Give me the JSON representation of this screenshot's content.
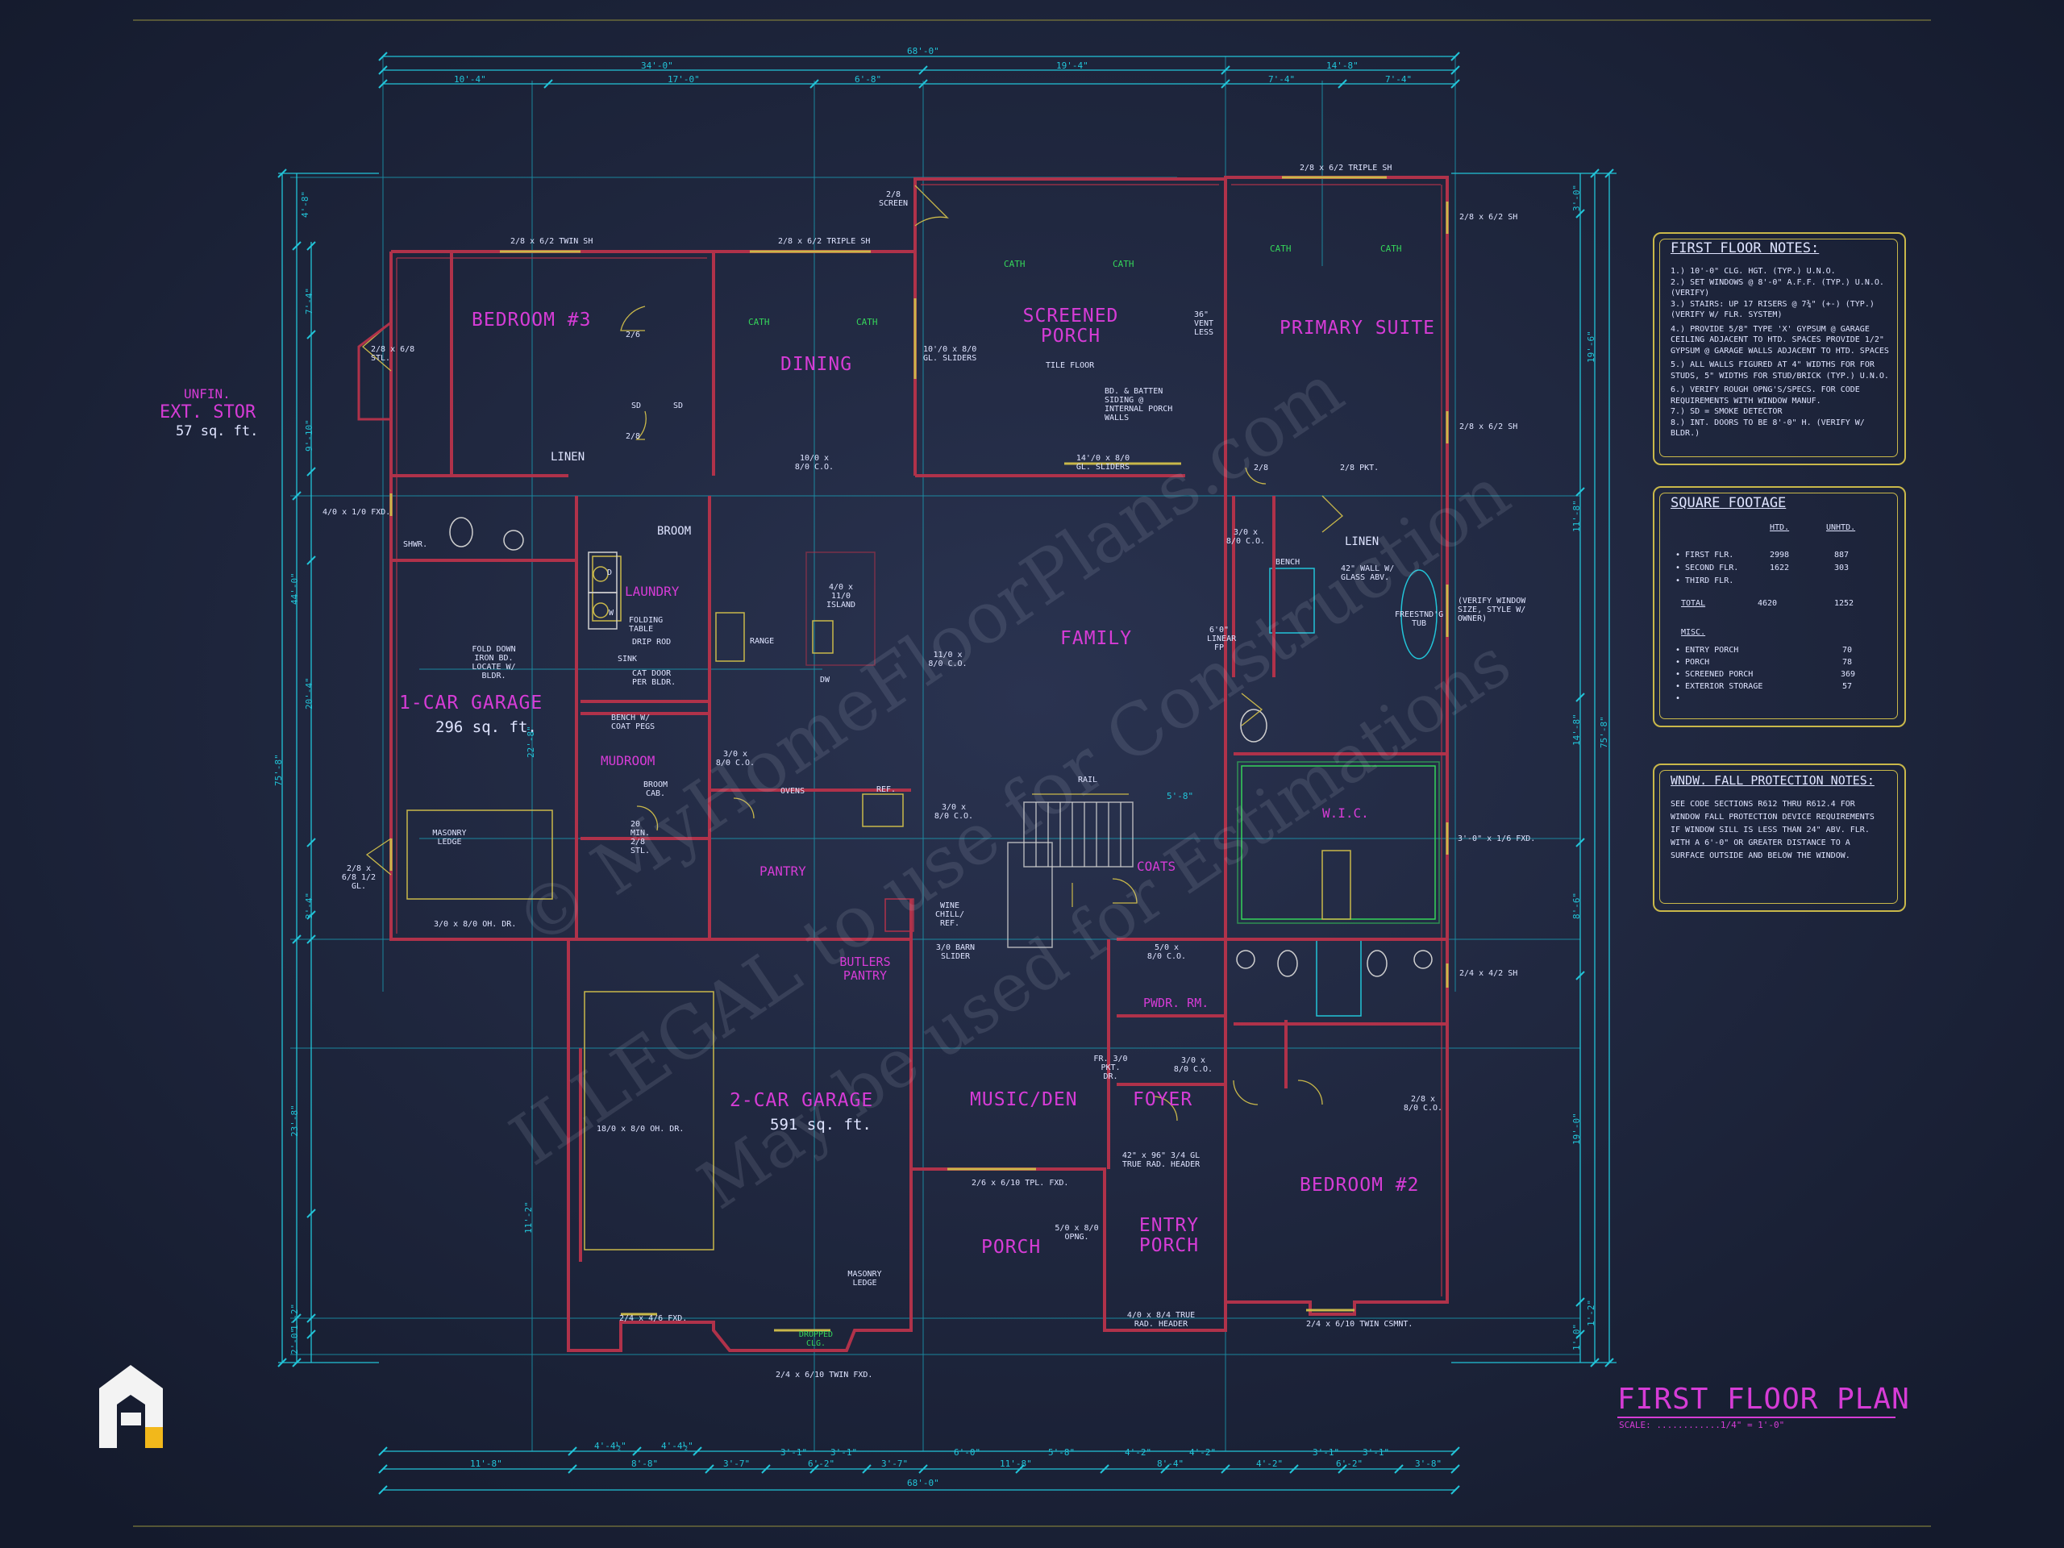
{
  "title": {
    "main": "FIRST FLOOR PLAN",
    "scale": "SCALE: ............1/4\" = 1'-0\""
  },
  "watermark": {
    "line1": "© MyHomeFloorPlans.com",
    "line2": "ILLEGAL to use for Construction",
    "line3": "May be used for Estimations"
  },
  "colors": {
    "background": "#1c2338",
    "walls": "#b0324a",
    "dimensions": "#22c4d8",
    "room_labels": "#d63cd6",
    "notes_text": "#dfe4ff",
    "green": "#35d45a",
    "yellow": "#c9b84a",
    "logo": "#f3f3f3",
    "logo_accent": "#f2b81b"
  },
  "logo": {
    "icon": "house-logo-icon"
  },
  "rooms": [
    {
      "name": "BEDROOM #3"
    },
    {
      "name": "DINING"
    },
    {
      "name": "SCREENED PORCH",
      "note": "TILE FLOOR"
    },
    {
      "name": "PRIMARY SUITE"
    },
    {
      "name": "LAUNDRY"
    },
    {
      "name": "FAMILY"
    },
    {
      "name": "1-CAR GARAGE",
      "area": "296 sq. ft."
    },
    {
      "name": "MUDROOM"
    },
    {
      "name": "PANTRY"
    },
    {
      "name": "W.I.C."
    },
    {
      "name": "COATS"
    },
    {
      "name": "BUTLERS PANTRY"
    },
    {
      "name": "PWDR. RM."
    },
    {
      "name": "2-CAR GARAGE",
      "area": "591 sq. ft."
    },
    {
      "name": "MUSIC/DEN"
    },
    {
      "name": "FOYER"
    },
    {
      "name": "BEDROOM #2"
    },
    {
      "name": "PORCH"
    },
    {
      "name": "ENTRY PORCH"
    },
    {
      "name": "LINEN"
    },
    {
      "name": "BROOM"
    }
  ],
  "ext_storage": {
    "line1": "UNFIN.",
    "line2": "EXT. STOR",
    "area": "57 sq. ft."
  },
  "notes": {
    "title": "FIRST FLOOR NOTES:",
    "items": [
      "1.) 10'-0\" CLG. HGT. (TYP.) U.N.O.",
      "2.) SET WINDOWS @ 8'-0\" A.F.F. (TYP.) U.N.O. (VERIFY)",
      "3.) STAIRS: UP 17 RISERS @ 7¾\" (+-) (TYP.) (VERIFY W/ FLR. SYSTEM)",
      "4.) PROVIDE 5/8\" TYPE 'X' GYPSUM @ GARAGE CEILING ADJACENT TO HTD. SPACES PROVIDE 1/2\" GYPSUM @ GARAGE WALLS ADJACENT TO HTD. SPACES",
      "5.) ALL WALLS FIGURED AT 4\" WIDTHS FOR FOR STUDS, 5\" WIDTHS FOR STUD/BRICK (TYP.) U.N.O.",
      "6.) VERIFY ROUGH OPNG'S/SPECS. FOR CODE REQUIREMENTS WITH WINDOW MANUF.",
      "7.) SD = SMOKE DETECTOR",
      "8.) INT. DOORS TO BE 8'-0\" H. (VERIFY W/ BLDR.)"
    ]
  },
  "sqft": {
    "title": "SQUARE FOOTAGE",
    "col_htd": "HTD.",
    "col_unhtd": "UNHTD.",
    "rows": [
      {
        "label": "• FIRST FLR.",
        "htd": "2998",
        "unhtd": "887"
      },
      {
        "label": "• SECOND FLR.",
        "htd": "1622",
        "unhtd": "303"
      },
      {
        "label": "• THIRD FLR.",
        "htd": "",
        "unhtd": ""
      },
      {
        "label": "TOTAL",
        "htd": "4620",
        "unhtd": "1252"
      }
    ],
    "misc_title": "MISC.",
    "misc": [
      {
        "label": "• ENTRY PORCH",
        "value": "70"
      },
      {
        "label": "• PORCH",
        "value": "78"
      },
      {
        "label": "• SCREENED PORCH",
        "value": "369"
      },
      {
        "label": "• EXTERIOR STORAGE",
        "value": "57"
      },
      {
        "label": "•",
        "value": ""
      }
    ]
  },
  "window_notes": {
    "title": "WNDW. FALL PROTECTION NOTES:",
    "text": "SEE CODE SECTIONS R612 THRU R612.4 FOR WINDOW FALL PROTECTION DEVICE REQUIREMENTS IF WINDOW SILL IS LESS THAN 24\" ABV. FLR. WITH A 6'-0\" OR GREATER DISTANCE TO A SURFACE OUTSIDE AND BELOW THE WINDOW."
  },
  "dims": {
    "overall_top": "68'-0\"",
    "overall_bottom": "68'-0\"",
    "top_row2": [
      "34'-0\"",
      "19'-4\"",
      "14'-8\""
    ],
    "top_row3": [
      "10'-4\"",
      "17'-0\"",
      "6'-8\"",
      "7'-4\"",
      "7'-4\""
    ],
    "bottom_row1": [
      "4'-4½\"",
      "4'-4½\""
    ],
    "bottom_row2": [
      "11'-8\"",
      "8'-8\"",
      "3'-7\"",
      "3'-1\"",
      "6'-2\"",
      "3'-1\"",
      "3'-7\"",
      "6'-0\"",
      "11'-8\"",
      "5'-8\"",
      "4'-2\"",
      "8'-4\"",
      "4'-2\"",
      "4'-2\"",
      "3'-1\"",
      "6'-2\"",
      "3'-1\"",
      "3'-8\""
    ],
    "left_overall": "75'-8\"",
    "right_overall": "75'-8\"",
    "left_col": [
      "4'-8\"",
      "7'-4\"",
      "9'-10\"",
      "44'-0\"",
      "20'-4\"",
      "22'-8\"",
      "3'-4\"",
      "23'-8\"",
      "11'-2\"",
      "1'-2\"",
      "2'-0\""
    ],
    "right_col": [
      "3'-0\"",
      "19'-6\"",
      "11'-8\"",
      "14'-8\"",
      "8'-6\"",
      "19'-0\"",
      "1'-2\"",
      "1'-0\""
    ]
  },
  "callouts": [
    "2/8 x 6/2 TWIN SH",
    "2/8 x 6/2 TRIPLE SH",
    "2/8 x 6/2 TRIPLE SH",
    "2/8 SCREEN",
    "2/8 x 6/2 SH",
    "CATH",
    "CATH",
    "CATH",
    "CATH",
    "CATH",
    "CATH",
    "2/8 x 6/8 STL.",
    "2/6",
    "2/8",
    "SD",
    "SD",
    "10'/0 x 8/0 GL. SLIDERS",
    "14'/0 x 8/0 GL. SLIDERS",
    "10/0 x 8/0 C.O.",
    "BD. & BATTEN SIDING @ INTERNAL PORCH WALLS",
    "36\" VENT LESS",
    "2/8",
    "2/8 PKT.",
    "4/0 x 1/0 FXD.",
    "SHWR.",
    "3/0 x 8/0 C.O.",
    "BENCH",
    "42\" WALL W/ GLASS ABV.",
    "FREESTND'G TUB",
    "(VERIFY WINDOW SIZE, STYLE W/ OWNER)",
    "D",
    "W",
    "FOLDING TABLE",
    "DRIP ROD",
    "SINK",
    "CAT DOOR PER BLDR.",
    "RANGE",
    "4/0 x 11/0 ISLAND",
    "DW",
    "11/0 x 8/0 C.O.",
    "FOLD DOWN IRON BD. LOCATE W/ BLDR.",
    "BENCH W/ COAT PEGS",
    "BROOM CAB.",
    "20 MIN. 2/8 STL.",
    "3/0 x 8/0 C.O.",
    "OVENS",
    "REF.",
    "RAIL",
    "5'-8\"",
    "6'0\" LINEAR FP",
    "2/8 x 6/8 1/2 GL.",
    "MASONRY LEDGE",
    "3/0 x 8/0 OH. DR.",
    "3/0 x 8/0 C.O.",
    "3'-0\" x 1/6 FXD.",
    "WINE CHILL/ REF.",
    "3/0 BARN SLIDER",
    "5/0 x 8/0 C.O.",
    "2/4 x 4/2 SH",
    "18/0 x 8/0 OH. DR.",
    "FR. 3/0 PKT. DR.",
    "3/0 x 8/0 C.O.",
    "2/8 x 8/0 C.O.",
    "42\" x 96\" 3/4 GL TRUE RAD. HEADER",
    "2/6 x 6/10 TPL. FXD.",
    "5/0 x 8/0 OPNG.",
    "MASONRY LEDGE",
    "2/4 x 4/6 FXD.",
    "DROPPED CLG.",
    "2/4 x 6/10 TWIN FXD.",
    "4/0 x 8/4 TRUE RAD. HEADER",
    "2/4 x 6/10 TWIN CSMNT."
  ]
}
